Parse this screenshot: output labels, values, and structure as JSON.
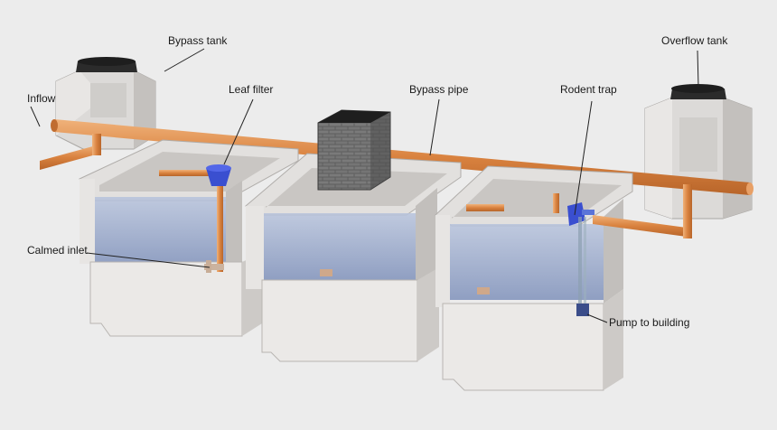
{
  "diagram": {
    "labels": {
      "bypass_tank": "Bypass tank",
      "overflow_tank": "Overflow tank",
      "inflow": "Inflow",
      "leaf_filter": "Leaf filter",
      "bypass_pipe": "Bypass pipe",
      "rodent_trap": "Rodent trap",
      "calmed_inlet": "Calmed inlet",
      "pump_to_building": "Pump to building"
    },
    "colors": {
      "background": "#ececec",
      "concrete": "#e4e2e0",
      "concrete_shadow": "#bdbab7",
      "water": "#9fb0cf",
      "pipe": "#d88a4a",
      "brick": "#6b6b6b",
      "lid": "#1e1e1e",
      "filter": "#3a4fd0"
    }
  }
}
